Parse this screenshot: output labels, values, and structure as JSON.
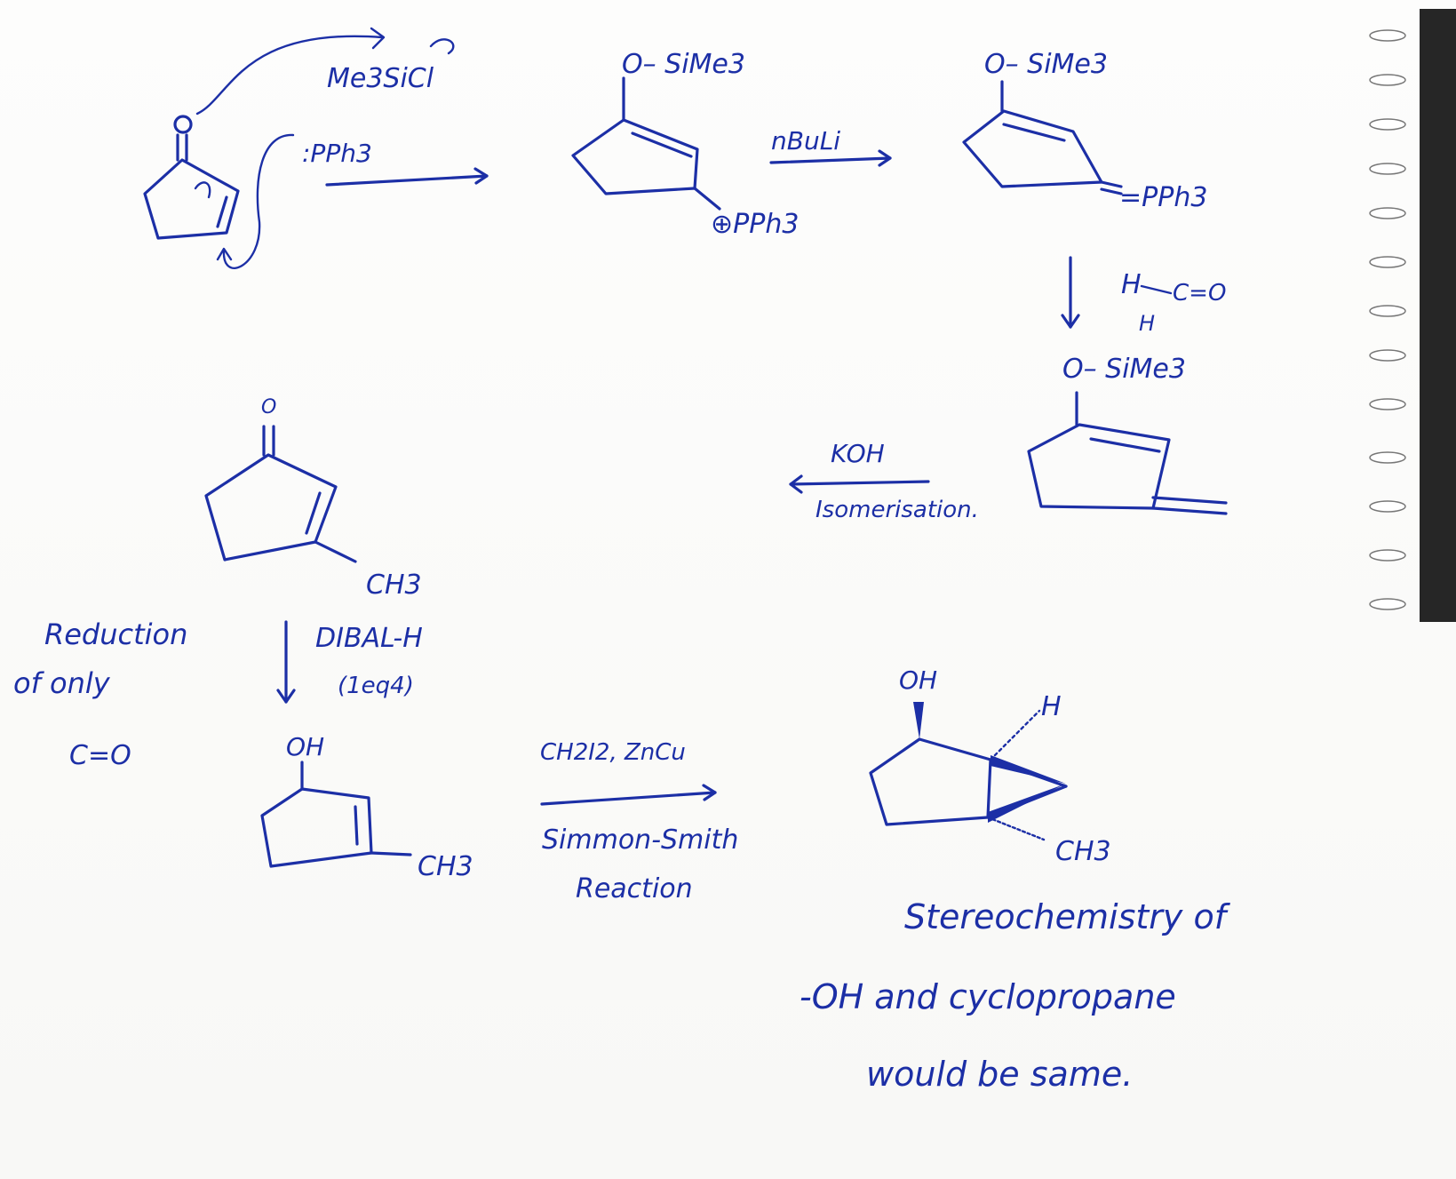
{
  "colors": {
    "ink": "#1c2fa6",
    "paper": "#fbfbfa",
    "spiral": "#141414"
  },
  "step1": {
    "reagent_silyl": "Me3SiCl",
    "reagent_phosphine": ":PPh3"
  },
  "intermediate1": {
    "silyl_ether": "O– SiMe3",
    "phosphonium": "⊕PPh3"
  },
  "step2": {
    "reagent": "nBuLi"
  },
  "intermediate2": {
    "silyl_ether": "O– SiMe3",
    "ylide": "=PPh3"
  },
  "step3": {
    "reagent_line1": "H",
    "reagent_co": "C=O",
    "reagent_line2": "H"
  },
  "intermediate3": {
    "silyl_ether": "O– SiMe3"
  },
  "step4": {
    "reagent": "KOH",
    "condition": "Isomerisation."
  },
  "enone": {
    "oxygen": "O",
    "substituent": "CH3"
  },
  "step5": {
    "note_line1": "Reduction",
    "note_line2": "of only",
    "note_line3": "C=O",
    "reagent_line1": "DIBAL-H",
    "reagent_line2": "(1eq4)"
  },
  "allylic_alcohol": {
    "hydroxyl": "OH",
    "substituent": "CH3"
  },
  "step6": {
    "reagent": "CH2I2, ZnCu",
    "name_line1": "Simmon-Smith",
    "name_line2": "Reaction"
  },
  "product": {
    "hydroxyl": "OH",
    "hydrogen": "H",
    "substituent": "CH3"
  },
  "conclusion": {
    "line1": "Stereochemistry of",
    "line2": "-OH and cyclopropane",
    "line3": "would be same."
  }
}
